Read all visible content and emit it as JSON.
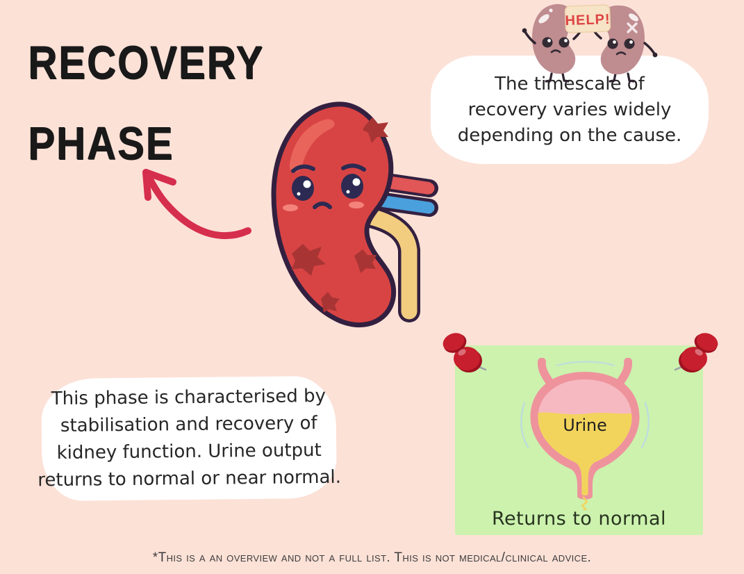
{
  "title": {
    "line1": "RECOVERY",
    "line2": "PHASE"
  },
  "speech_bubble": {
    "lines": [
      "The timescale of",
      "recovery varies widely",
      "depending on the cause."
    ]
  },
  "description_bubble": {
    "lines": [
      "This phase is characterised by",
      "stabilisation and recovery of",
      "kidney function. Urine output",
      "returns to normal or near normal."
    ]
  },
  "help_characters": {
    "sign_label": "HELP!"
  },
  "note": {
    "bladder_label": "Urine",
    "caption": "Returns to normal"
  },
  "disclaimer": "*This is a an overview and not a full list. This is not medical/clinical advice.",
  "icons": {
    "curved_arrow": "hand-drawn red arrow pointing to title",
    "pushpin": "red push pin",
    "sad_kidney": "red injured kidney with sad face, artery, vein and ureter",
    "help_kidney_pair": "two mauve kidney characters holding HELP! sign",
    "bladder": "pink bladder filling with yellow urine"
  },
  "colors": {
    "background": "#fce1d7",
    "title_text": "#191919",
    "bubble_white": "#ffffff",
    "arrow_red": "#d62e4d",
    "kidney_red": "#d84444",
    "kidney_spot_dark": "#a93434",
    "outline_navy": "#332040",
    "artery_red": "#e15656",
    "vein_blue": "#4aa0dc",
    "ureter_yellow": "#f2cd80",
    "character_mauve": "#bf8c90",
    "sign_cream": "#f7e3c6",
    "sign_text_red": "#dd4343",
    "note_green": "#ccf2ae",
    "pin_red": "#c71f2d",
    "bladder_wall_pink": "#ee939c",
    "bladder_inner_pink": "#f6b9c1",
    "urine_yellow": "#f2d45c",
    "body_text": "#262626"
  }
}
